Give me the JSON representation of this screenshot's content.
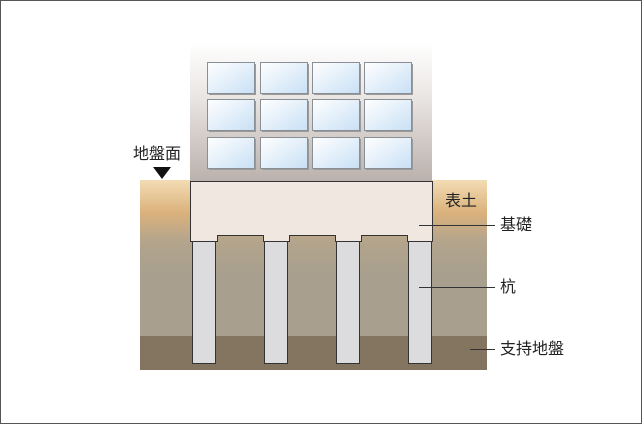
{
  "labels": {
    "ground_surface": "地盤面",
    "topsoil": "表土",
    "foundation": "基礎",
    "pile": "杭",
    "bearing_stratum": "支持地盤"
  },
  "colors": {
    "topsoil_top": "#f3dcb4",
    "topsoil_mid": "#dbb27c",
    "soil": "#a89f8e",
    "bearing_stratum": "#847560",
    "foundation": "#f0e7e1",
    "pile": "#dcdcde",
    "building_top": "#ffffff",
    "building_bottom": "#bdb3ae",
    "window": "#d5e9f8"
  }
}
